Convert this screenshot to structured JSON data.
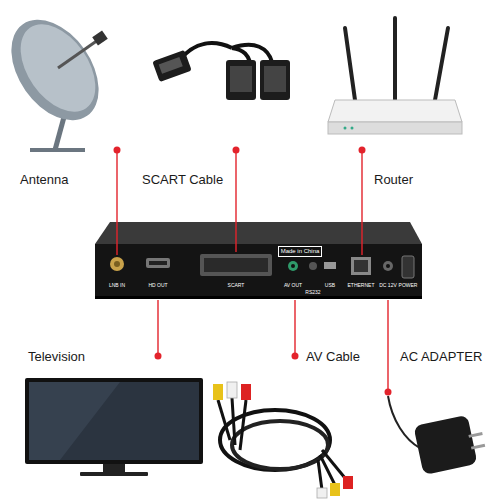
{
  "diagram": {
    "nodes": [
      {
        "text": [
          "LNB IN",
          "HD OUT",
          "SCART",
          "AV OUT",
          "RS232",
          "USB",
          "ETHERNET",
          "DC 12V",
          "POWER",
          "Made in China"
        ]
      }
    ],
    "labels": [
      "Antenna",
      "SCART Cable",
      "Router",
      "Television",
      "AV Cable",
      "AC ADAPTER"
    ]
  }
}
